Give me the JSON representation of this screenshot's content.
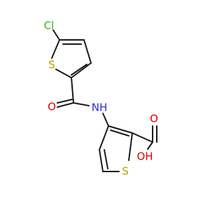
{
  "atoms": {
    "cl": "Cl",
    "s_top": "S",
    "o_amide": "O",
    "nh": "NH",
    "s_bottom": "S",
    "o_acid": "O",
    "oh": "OH"
  },
  "colors": {
    "bond": "#1a1a1a",
    "sulfur": "#b8a000",
    "oxygen": "#e00000",
    "nitrogen": "#2a2ad8",
    "chlorine": "#33bb00"
  }
}
